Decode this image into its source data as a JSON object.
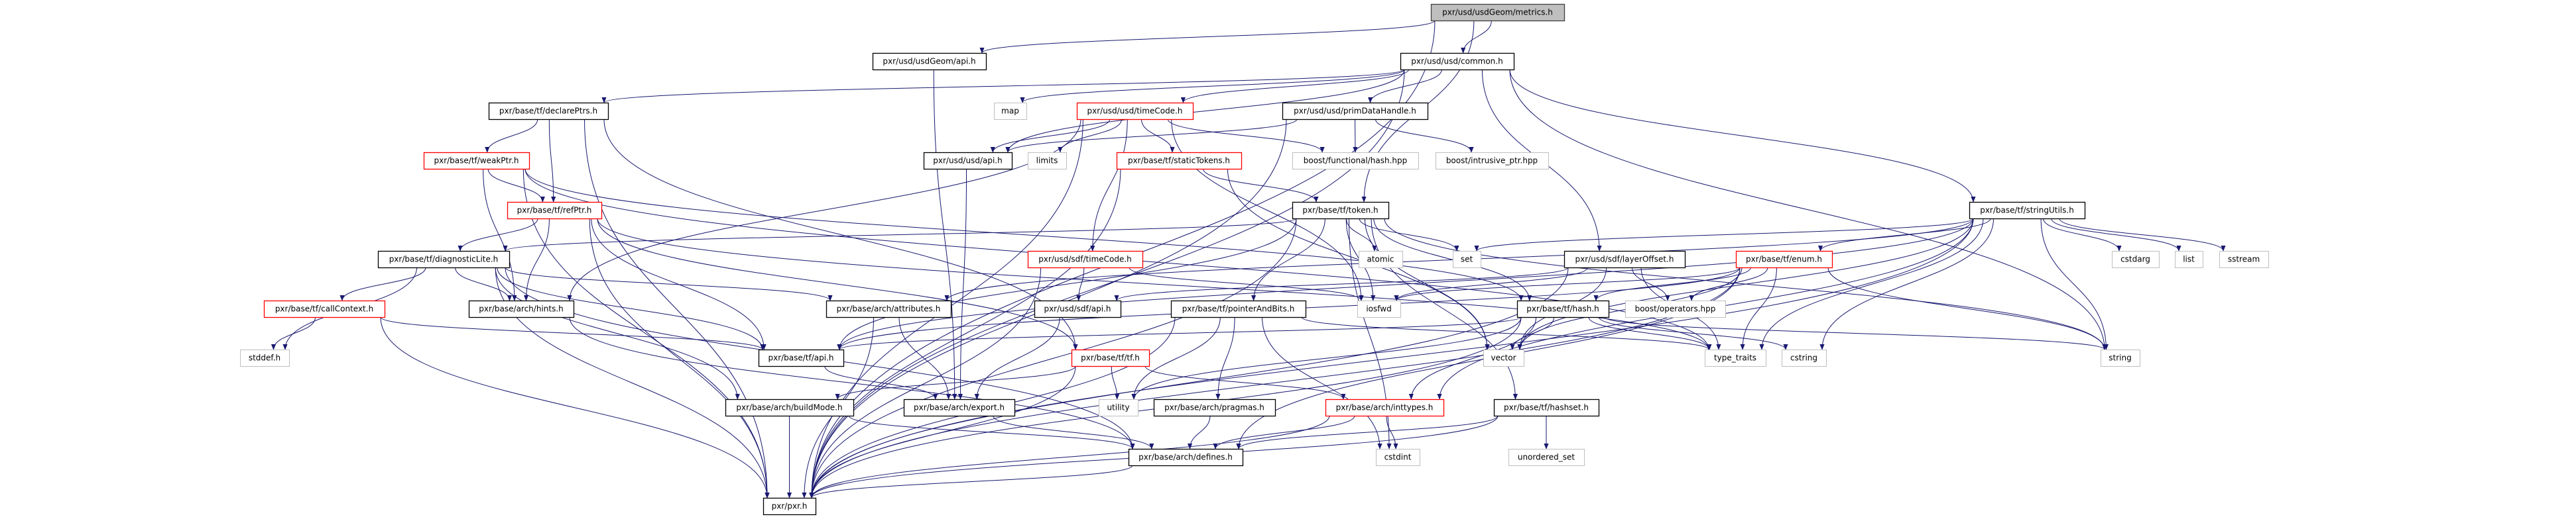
{
  "graph": {
    "edge_color": "#191970",
    "nodes": [
      {
        "label": "pxr/usd/usdGeom/metrics.h",
        "border": "#404040",
        "fill": "#bfbfbf"
      },
      {
        "label": "pxr/usd/usdGeom/api.h",
        "border": "#000000",
        "fill": "#ffffff"
      },
      {
        "label": "pxr/usd/usd/common.h",
        "border": "#000000",
        "fill": "#ffffff"
      },
      {
        "label": "pxr/base/tf/declarePtrs.h",
        "border": "#000000",
        "fill": "#ffffff"
      },
      {
        "label": "map",
        "border": "#bfbfbf",
        "fill": "#ffffff"
      },
      {
        "label": "pxr/usd/usd/timeCode.h",
        "border": "#ff0000",
        "fill": "#ffffff"
      },
      {
        "label": "pxr/usd/usd/primDataHandle.h",
        "border": "#000000",
        "fill": "#ffffff"
      },
      {
        "label": "pxr/base/tf/weakPtr.h",
        "border": "#ff0000",
        "fill": "#ffffff"
      },
      {
        "label": "pxr/usd/usd/api.h",
        "border": "#000000",
        "fill": "#ffffff"
      },
      {
        "label": "limits",
        "border": "#bfbfbf",
        "fill": "#ffffff"
      },
      {
        "label": "pxr/base/tf/staticTokens.h",
        "border": "#ff0000",
        "fill": "#ffffff"
      },
      {
        "label": "boost/functional/hash.hpp",
        "border": "#bfbfbf",
        "fill": "#ffffff"
      },
      {
        "label": "boost/intrusive_ptr.hpp",
        "border": "#bfbfbf",
        "fill": "#ffffff"
      },
      {
        "label": "pxr/base/tf/refPtr.h",
        "border": "#ff0000",
        "fill": "#ffffff"
      },
      {
        "label": "pxr/base/tf/token.h",
        "border": "#000000",
        "fill": "#ffffff"
      },
      {
        "label": "pxr/base/tf/stringUtils.h",
        "border": "#000000",
        "fill": "#ffffff"
      },
      {
        "label": "pxr/base/tf/diagnosticLite.h",
        "border": "#000000",
        "fill": "#ffffff"
      },
      {
        "label": "pxr/usd/sdf/timeCode.h",
        "border": "#ff0000",
        "fill": "#ffffff"
      },
      {
        "label": "atomic",
        "border": "#bfbfbf",
        "fill": "#ffffff"
      },
      {
        "label": "set",
        "border": "#bfbfbf",
        "fill": "#ffffff"
      },
      {
        "label": "pxr/usd/sdf/layerOffset.h",
        "border": "#000000",
        "fill": "#ffffff"
      },
      {
        "label": "pxr/base/tf/enum.h",
        "border": "#ff0000",
        "fill": "#ffffff"
      },
      {
        "label": "cstdarg",
        "border": "#bfbfbf",
        "fill": "#ffffff"
      },
      {
        "label": "list",
        "border": "#bfbfbf",
        "fill": "#ffffff"
      },
      {
        "label": "sstream",
        "border": "#bfbfbf",
        "fill": "#ffffff"
      },
      {
        "label": "pxr/base/tf/callContext.h",
        "border": "#ff0000",
        "fill": "#ffffff"
      },
      {
        "label": "pxr/base/arch/hints.h",
        "border": "#000000",
        "fill": "#ffffff"
      },
      {
        "label": "pxr/base/arch/attributes.h",
        "border": "#000000",
        "fill": "#ffffff"
      },
      {
        "label": "pxr/usd/sdf/api.h",
        "border": "#000000",
        "fill": "#ffffff"
      },
      {
        "label": "pxr/base/tf/pointerAndBits.h",
        "border": "#000000",
        "fill": "#ffffff"
      },
      {
        "label": "iosfwd",
        "border": "#bfbfbf",
        "fill": "#ffffff"
      },
      {
        "label": "pxr/base/tf/hash.h",
        "border": "#000000",
        "fill": "#ffffff"
      },
      {
        "label": "boost/operators.hpp",
        "border": "#bfbfbf",
        "fill": "#ffffff"
      },
      {
        "label": "stddef.h",
        "border": "#bfbfbf",
        "fill": "#ffffff"
      },
      {
        "label": "pxr/base/tf/api.h",
        "border": "#000000",
        "fill": "#ffffff"
      },
      {
        "label": "pxr/base/tf/tf.h",
        "border": "#ff0000",
        "fill": "#ffffff"
      },
      {
        "label": "vector",
        "border": "#bfbfbf",
        "fill": "#ffffff"
      },
      {
        "label": "type_traits",
        "border": "#bfbfbf",
        "fill": "#ffffff"
      },
      {
        "label": "cstring",
        "border": "#bfbfbf",
        "fill": "#ffffff"
      },
      {
        "label": "string",
        "border": "#bfbfbf",
        "fill": "#ffffff"
      },
      {
        "label": "pxr/base/arch/buildMode.h",
        "border": "#000000",
        "fill": "#ffffff"
      },
      {
        "label": "pxr/base/arch/export.h",
        "border": "#000000",
        "fill": "#ffffff"
      },
      {
        "label": "utility",
        "border": "#bfbfbf",
        "fill": "#ffffff"
      },
      {
        "label": "pxr/base/arch/pragmas.h",
        "border": "#000000",
        "fill": "#ffffff"
      },
      {
        "label": "pxr/base/arch/inttypes.h",
        "border": "#ff0000",
        "fill": "#ffffff"
      },
      {
        "label": "pxr/base/tf/hashset.h",
        "border": "#000000",
        "fill": "#ffffff"
      },
      {
        "label": "pxr/base/arch/defines.h",
        "border": "#000000",
        "fill": "#ffffff"
      },
      {
        "label": "cstdint",
        "border": "#bfbfbf",
        "fill": "#ffffff"
      },
      {
        "label": "unordered_set",
        "border": "#bfbfbf",
        "fill": "#ffffff"
      },
      {
        "label": "pxr/pxr.h",
        "border": "#000000",
        "fill": "#ffffff"
      }
    ],
    "edges": [
      [
        "pxr/usd/usdGeom/metrics.h",
        "pxr/usd/usdGeom/api.h"
      ],
      [
        "pxr/usd/usdGeom/metrics.h",
        "pxr/usd/usd/common.h"
      ],
      [
        "pxr/usd/usdGeom/metrics.h",
        "pxr/base/tf/token.h"
      ],
      [
        "pxr/usd/usdGeom/metrics.h",
        "pxr/pxr.h"
      ],
      [
        "pxr/usd/usdGeom/api.h",
        "pxr/base/arch/export.h"
      ],
      [
        "pxr/usd/usd/common.h",
        "pxr/base/tf/declarePtrs.h"
      ],
      [
        "pxr/usd/usd/common.h",
        "map"
      ],
      [
        "pxr/usd/usd/common.h",
        "pxr/usd/usd/timeCode.h"
      ],
      [
        "pxr/usd/usd/common.h",
        "pxr/usd/usd/primDataHandle.h"
      ],
      [
        "pxr/usd/usd/common.h",
        "pxr/usd/usd/api.h"
      ],
      [
        "pxr/usd/usd/common.h",
        "pxr/usd/sdf/layerOffset.h"
      ],
      [
        "pxr/usd/usd/common.h",
        "pxr/base/tf/stringUtils.h"
      ],
      [
        "pxr/usd/usd/common.h",
        "string"
      ],
      [
        "pxr/usd/usd/common.h",
        "pxr/pxr.h"
      ],
      [
        "pxr/base/tf/declarePtrs.h",
        "pxr/base/tf/weakPtr.h"
      ],
      [
        "pxr/base/tf/declarePtrs.h",
        "pxr/base/tf/refPtr.h"
      ],
      [
        "pxr/base/tf/declarePtrs.h",
        "pxr/base/tf/tf.h"
      ],
      [
        "pxr/base/tf/declarePtrs.h",
        "pxr/pxr.h"
      ],
      [
        "pxr/usd/usd/timeCode.h",
        "pxr/usd/usd/api.h"
      ],
      [
        "pxr/usd/usd/timeCode.h",
        "limits"
      ],
      [
        "pxr/usd/usd/timeCode.h",
        "pxr/base/tf/staticTokens.h"
      ],
      [
        "pxr/usd/usd/timeCode.h",
        "pxr/usd/sdf/timeCode.h"
      ],
      [
        "pxr/usd/usd/timeCode.h",
        "boost/functional/hash.hpp"
      ],
      [
        "pxr/usd/usd/timeCode.h",
        "iosfwd"
      ],
      [
        "pxr/usd/usd/timeCode.h",
        "pxr/base/arch/hints.h"
      ],
      [
        "pxr/usd/usd/timeCode.h",
        "pxr/pxr.h"
      ],
      [
        "pxr/usd/usd/primDataHandle.h",
        "pxr/usd/usd/api.h"
      ],
      [
        "pxr/usd/usd/primDataHandle.h",
        "boost/functional/hash.hpp"
      ],
      [
        "pxr/usd/usd/primDataHandle.h",
        "boost/intrusive_ptr.hpp"
      ],
      [
        "pxr/usd/usd/primDataHandle.h",
        "pxr/pxr.h"
      ],
      [
        "pxr/base/tf/weakPtr.h",
        "pxr/base/tf/refPtr.h"
      ],
      [
        "pxr/base/tf/weakPtr.h",
        "pxr/base/tf/hash.h"
      ],
      [
        "pxr/base/tf/weakPtr.h",
        "type_traits"
      ],
      [
        "pxr/base/tf/weakPtr.h",
        "pxr/base/arch/hints.h"
      ],
      [
        "pxr/base/tf/weakPtr.h",
        "pxr/pxr.h"
      ],
      [
        "pxr/usd/usd/api.h",
        "pxr/base/arch/export.h"
      ],
      [
        "pxr/base/tf/staticTokens.h",
        "pxr/base/tf/token.h"
      ],
      [
        "pxr/base/tf/staticTokens.h",
        "vector"
      ],
      [
        "pxr/base/tf/staticTokens.h",
        "pxr/pxr.h"
      ],
      [
        "pxr/base/tf/refPtr.h",
        "pxr/base/tf/diagnosticLite.h"
      ],
      [
        "pxr/base/tf/refPtr.h",
        "pxr/base/arch/hints.h"
      ],
      [
        "pxr/base/tf/refPtr.h",
        "pxr/base/tf/api.h"
      ],
      [
        "pxr/base/tf/refPtr.h",
        "type_traits"
      ],
      [
        "pxr/base/tf/refPtr.h",
        "pxr/base/tf/tf.h"
      ],
      [
        "pxr/base/tf/refPtr.h",
        "pxr/pxr.h"
      ],
      [
        "pxr/base/tf/token.h",
        "pxr/base/tf/diagnosticLite.h"
      ],
      [
        "pxr/base/tf/token.h",
        "atomic"
      ],
      [
        "pxr/base/tf/token.h",
        "set"
      ],
      [
        "pxr/base/tf/token.h",
        "iosfwd"
      ],
      [
        "pxr/base/tf/token.h",
        "pxr/base/tf/hash.h"
      ],
      [
        "pxr/base/tf/token.h",
        "pxr/base/tf/pointerAndBits.h"
      ],
      [
        "pxr/base/tf/token.h",
        "pxr/base/tf/api.h"
      ],
      [
        "pxr/base/tf/token.h",
        "vector"
      ],
      [
        "pxr/base/tf/token.h",
        "string"
      ],
      [
        "pxr/base/tf/token.h",
        "cstdint"
      ],
      [
        "pxr/base/tf/token.h",
        "pxr/base/tf/hashset.h"
      ],
      [
        "pxr/base/tf/token.h",
        "pxr/pxr.h"
      ],
      [
        "pxr/base/tf/stringUtils.h",
        "cstdarg"
      ],
      [
        "pxr/base/tf/stringUtils.h",
        "list"
      ],
      [
        "pxr/base/tf/stringUtils.h",
        "sstream"
      ],
      [
        "pxr/base/tf/stringUtils.h",
        "string"
      ],
      [
        "pxr/base/tf/stringUtils.h",
        "set"
      ],
      [
        "pxr/base/tf/stringUtils.h",
        "vector"
      ],
      [
        "pxr/base/tf/stringUtils.h",
        "pxr/base/tf/enum.h"
      ],
      [
        "pxr/base/tf/stringUtils.h",
        "pxr/base/tf/api.h"
      ],
      [
        "pxr/base/tf/stringUtils.h",
        "pxr/base/arch/attributes.h"
      ],
      [
        "pxr/base/tf/stringUtils.h",
        "pxr/base/arch/inttypes.h"
      ],
      [
        "pxr/base/tf/stringUtils.h",
        "cstring"
      ],
      [
        "pxr/base/tf/stringUtils.h",
        "type_traits"
      ],
      [
        "pxr/base/tf/stringUtils.h",
        "pxr/pxr.h"
      ],
      [
        "pxr/base/tf/diagnosticLite.h",
        "pxr/base/tf/callContext.h"
      ],
      [
        "pxr/base/tf/diagnosticLite.h",
        "pxr/base/arch/hints.h"
      ],
      [
        "pxr/base/tf/diagnosticLite.h",
        "stddef.h"
      ],
      [
        "pxr/base/tf/diagnosticLite.h",
        "pxr/base/tf/api.h"
      ],
      [
        "pxr/base/tf/diagnosticLite.h",
        "pxr/base/arch/attributes.h"
      ],
      [
        "pxr/base/tf/diagnosticLite.h",
        "pxr/base/arch/buildMode.h"
      ],
      [
        "pxr/base/tf/diagnosticLite.h",
        "pxr/base/arch/defines.h"
      ],
      [
        "pxr/base/tf/diagnosticLite.h",
        "pxr/pxr.h"
      ],
      [
        "pxr/usd/sdf/timeCode.h",
        "pxr/usd/sdf/api.h"
      ],
      [
        "pxr/usd/sdf/timeCode.h",
        "iosfwd"
      ],
      [
        "pxr/usd/sdf/timeCode.h",
        "pxr/pxr.h"
      ],
      [
        "pxr/usd/sdf/layerOffset.h",
        "pxr/usd/sdf/api.h"
      ],
      [
        "pxr/usd/sdf/layerOffset.h",
        "iosfwd"
      ],
      [
        "pxr/usd/sdf/layerOffset.h",
        "vector"
      ],
      [
        "pxr/usd/sdf/layerOffset.h",
        "boost/operators.hpp"
      ],
      [
        "pxr/usd/sdf/layerOffset.h",
        "type_traits"
      ],
      [
        "pxr/usd/sdf/layerOffset.h",
        "pxr/pxr.h"
      ],
      [
        "pxr/base/tf/enum.h",
        "iosfwd"
      ],
      [
        "pxr/base/tf/enum.h",
        "pxr/base/tf/hash.h"
      ],
      [
        "pxr/base/tf/enum.h",
        "boost/operators.hpp"
      ],
      [
        "pxr/base/tf/enum.h",
        "vector"
      ],
      [
        "pxr/base/tf/enum.h",
        "type_traits"
      ],
      [
        "pxr/base/tf/enum.h",
        "string"
      ],
      [
        "pxr/base/tf/enum.h",
        "pxr/base/tf/api.h"
      ],
      [
        "pxr/base/tf/enum.h",
        "pxr/base/arch/defines.h"
      ],
      [
        "pxr/base/tf/enum.h",
        "pxr/pxr.h"
      ],
      [
        "pxr/base/tf/callContext.h",
        "stddef.h"
      ],
      [
        "pxr/base/tf/callContext.h",
        "pxr/base/tf/api.h"
      ],
      [
        "pxr/base/tf/callContext.h",
        "pxr/pxr.h"
      ],
      [
        "pxr/base/arch/hints.h",
        "pxr/base/arch/defines.h"
      ],
      [
        "pxr/base/arch/attributes.h",
        "pxr/base/arch/export.h"
      ],
      [
        "pxr/base/arch/attributes.h",
        "pxr/pxr.h"
      ],
      [
        "pxr/usd/sdf/api.h",
        "pxr/base/arch/export.h"
      ],
      [
        "pxr/base/tf/pointerAndBits.h",
        "utility"
      ],
      [
        "pxr/base/tf/pointerAndBits.h",
        "pxr/base/arch/pragmas.h"
      ],
      [
        "pxr/base/tf/pointerAndBits.h",
        "cstdint"
      ],
      [
        "pxr/base/tf/pointerAndBits.h",
        "type_traits"
      ],
      [
        "pxr/base/tf/pointerAndBits.h",
        "pxr/pxr.h"
      ],
      [
        "pxr/base/tf/hash.h",
        "vector"
      ],
      [
        "pxr/base/tf/hash.h",
        "type_traits"
      ],
      [
        "pxr/base/tf/hash.h",
        "cstring"
      ],
      [
        "pxr/base/tf/hash.h",
        "string"
      ],
      [
        "pxr/base/tf/hash.h",
        "pxr/base/tf/api.h"
      ],
      [
        "pxr/base/tf/hash.h",
        "pxr/base/arch/inttypes.h"
      ],
      [
        "pxr/base/tf/hash.h",
        "utility"
      ],
      [
        "pxr/base/tf/hash.h",
        "pxr/pxr.h"
      ],
      [
        "pxr/base/tf/api.h",
        "pxr/base/arch/export.h"
      ],
      [
        "pxr/base/tf/tf.h",
        "pxr/base/arch/buildMode.h"
      ],
      [
        "pxr/base/tf/tf.h",
        "utility"
      ],
      [
        "pxr/base/tf/tf.h",
        "pxr/base/arch/inttypes.h"
      ],
      [
        "pxr/base/tf/tf.h",
        "pxr/pxr.h"
      ],
      [
        "pxr/base/arch/buildMode.h",
        "pxr/base/arch/defines.h"
      ],
      [
        "pxr/base/arch/buildMode.h",
        "pxr/pxr.h"
      ],
      [
        "pxr/base/arch/export.h",
        "pxr/base/arch/defines.h"
      ],
      [
        "pxr/base/arch/pragmas.h",
        "pxr/base/arch/defines.h"
      ],
      [
        "pxr/base/arch/inttypes.h",
        "pxr/base/arch/defines.h"
      ],
      [
        "pxr/base/arch/inttypes.h",
        "cstdint"
      ],
      [
        "pxr/base/arch/inttypes.h",
        "pxr/pxr.h"
      ],
      [
        "pxr/base/tf/hashset.h",
        "pxr/base/arch/defines.h"
      ],
      [
        "pxr/base/tf/hashset.h",
        "unordered_set"
      ],
      [
        "pxr/base/tf/hashset.h",
        "pxr/pxr.h"
      ],
      [
        "pxr/base/arch/defines.h",
        "pxr/pxr.h"
      ]
    ]
  }
}
